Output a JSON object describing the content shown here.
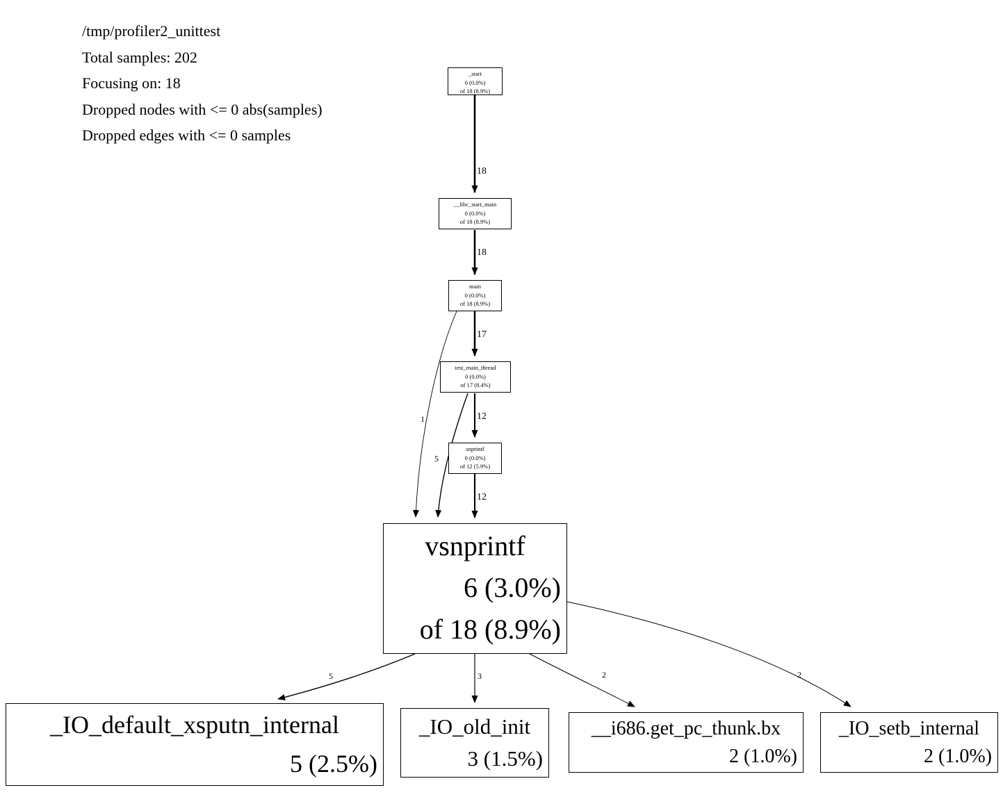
{
  "header": {
    "line1": "/tmp/profiler2_unittest",
    "line2": "Total samples: 202",
    "line3": "Focusing on: 18",
    "line4": "Dropped nodes with <= 0 abs(samples)",
    "line5": "Dropped edges with <= 0 samples"
  },
  "nodes": {
    "start": {
      "name": "_start",
      "flat": "0 (0.0%)",
      "cum": "of 18 (8.9%)"
    },
    "libc_start_main": {
      "name": "__libc_start_main",
      "flat": "0 (0.0%)",
      "cum": "of 18 (8.9%)"
    },
    "main": {
      "name": "main",
      "flat": "0 (0.0%)",
      "cum": "of 18 (8.9%)"
    },
    "test_main_thread": {
      "name": "test_main_thread",
      "flat": "0 (0.0%)",
      "cum": "of 17 (8.4%)"
    },
    "snprintf": {
      "name": "snprintf",
      "flat": "0 (0.0%)",
      "cum": "of 12 (5.9%)"
    },
    "vsnprintf": {
      "name": "vsnprintf",
      "flat": "6 (3.0%)",
      "cum": "of 18 (8.9%)"
    },
    "io_default_xsputn": {
      "name": "_IO_default_xsputn_internal",
      "flat": "5 (2.5%)"
    },
    "io_old_init": {
      "name": "_IO_old_init",
      "flat": "3 (1.5%)"
    },
    "i686_get_pc_thunk": {
      "name": "__i686.get_pc_thunk.bx",
      "flat": "2 (1.0%)"
    },
    "io_setb": {
      "name": "_IO_setb_internal",
      "flat": "2 (1.0%)"
    }
  },
  "edges": {
    "start_to_libc": "18",
    "libc_to_main": "18",
    "main_to_test": "17",
    "test_to_snprintf": "12",
    "snprintf_to_vsnprintf": "12",
    "main_to_vsnprintf": "1",
    "test_to_vsnprintf": "5",
    "vsnprintf_to_xsputn": "5",
    "vsnprintf_to_old_init": "3",
    "vsnprintf_to_i686": "2",
    "vsnprintf_to_setb": "2"
  }
}
